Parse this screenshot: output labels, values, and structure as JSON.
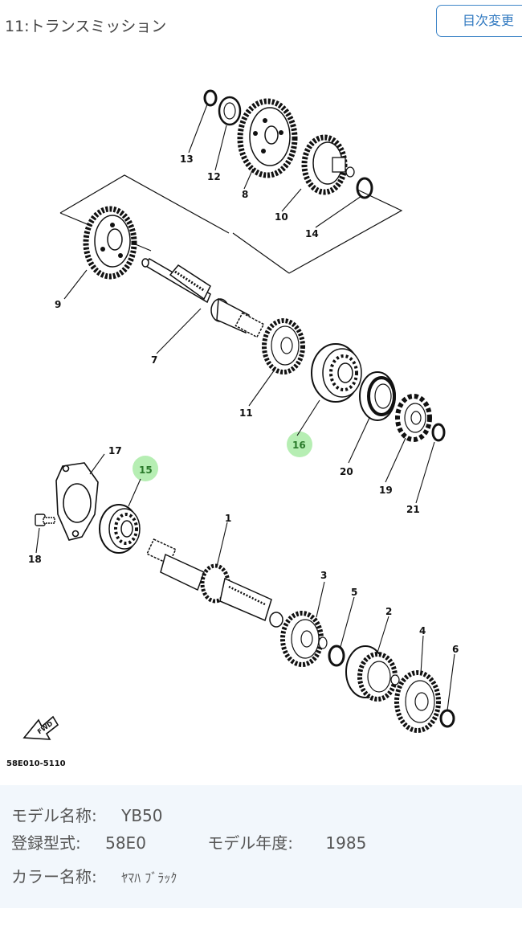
{
  "header": {
    "title": "11:トランスミッション",
    "toc_button": "目次変更"
  },
  "diagram": {
    "part_labels": [
      "1",
      "2",
      "3",
      "4",
      "5",
      "6",
      "7",
      "8",
      "9",
      "10",
      "11",
      "12",
      "13",
      "14",
      "15",
      "16",
      "17",
      "18",
      "19",
      "20",
      "21"
    ],
    "highlighted_parts": [
      "15",
      "16"
    ],
    "highlight_color": "#9ee89a",
    "direction_mark": "FWD",
    "drawing_code": "58E010-5110"
  },
  "model_info": {
    "name_label": "モデル名称:",
    "name_value": "YB50",
    "type_label": "登録型式:",
    "type_value": "58E0",
    "year_label": "モデル年度:",
    "year_value": "1985",
    "color_label": "カラー名称:",
    "color_value": "ﾔﾏﾊ ﾌﾞﾗｯｸ"
  }
}
